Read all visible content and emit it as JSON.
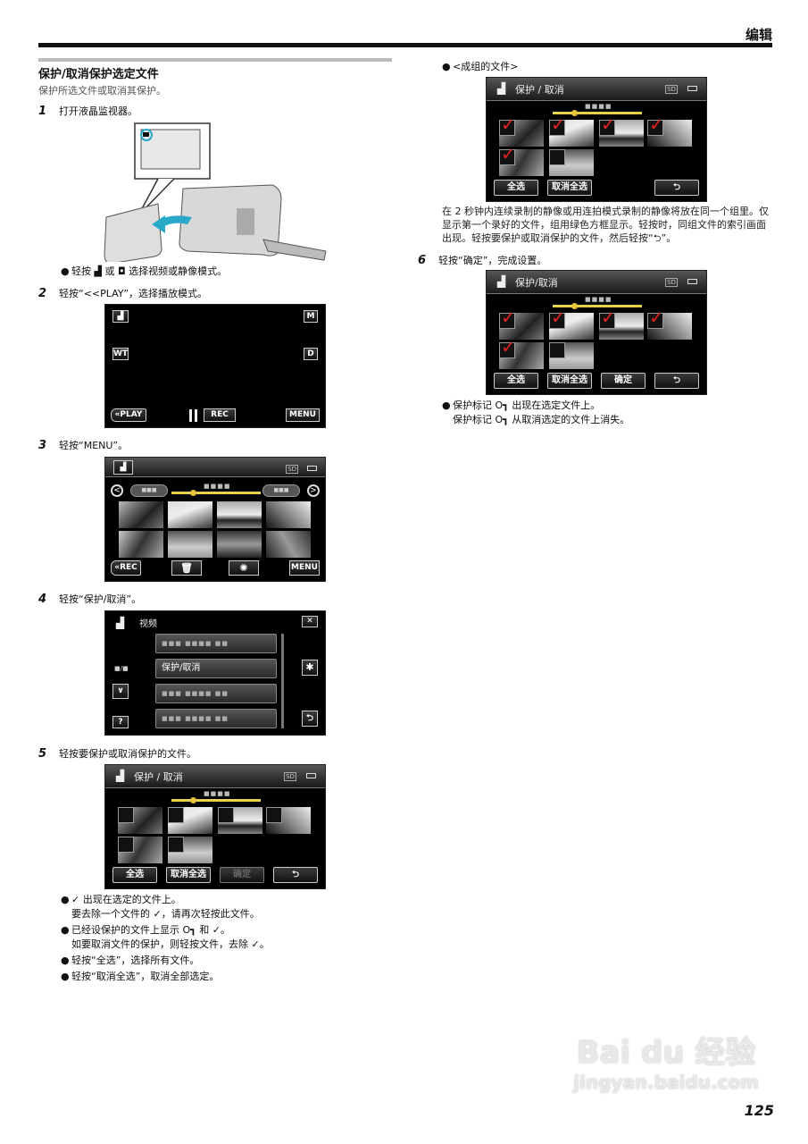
{
  "header": {
    "section": "编辑"
  },
  "title": "保护/取消保护选定文件",
  "subtitle": "保护所选文件或取消其保护。",
  "steps": [
    {
      "num": "1",
      "text": "打开液晶监视器。"
    },
    {
      "num": "2",
      "text": "轻按“<<PLAY”，选择播放模式。"
    },
    {
      "num": "3",
      "text": "轻按“MENU”。"
    },
    {
      "num": "4",
      "text": "轻按“保护/取消”。"
    },
    {
      "num": "5",
      "text": "轻按要保护或取消保护的文件。"
    },
    {
      "num": "6",
      "text": "轻按“确定”，完成设置。"
    }
  ],
  "step1_note": {
    "pre": "轻按",
    "video_icon": "▟",
    "mid": "或",
    "photo_icon": "◘",
    "post": "选择视频或静像模式。"
  },
  "screen2": {
    "m": "M",
    "wt": "WT",
    "d": "D",
    "play": "«PLAY",
    "rec": "REC",
    "menu": "MENU"
  },
  "screen3": {
    "sd": "SD",
    "dots": "■■■■",
    "pill": "■■■",
    "rec": "«REC",
    "menu": "MENU"
  },
  "screen4": {
    "title": "视频",
    "items": [
      "■■■ ■■■■ ■■",
      "保护/取消",
      "■■■ ■■■■ ■■",
      "■■■ ■■■■ ■■"
    ],
    "page": "■/■",
    "help": "?",
    "close": "✕"
  },
  "protect_screen": {
    "title_spaced": "保护 / 取消",
    "title": "保护/取消",
    "sd": "SD",
    "dots": "■■■■",
    "select_all": "全选",
    "deselect_all": "取消全选",
    "confirm": "确定",
    "back": "⮌"
  },
  "step5_notes": [
    [
      "✓ 出现在选定的文件上。",
      "要去除一个文件的 ✓，请再次轻按此文件。"
    ],
    [
      "已经设保护的文件上显示 O┓ 和 ✓。",
      "如要取消文件的保护，则轻按文件，去除 ✓。"
    ],
    [
      "轻按“全选”，选择所有文件。"
    ],
    [
      "轻按“取消全选”，取消全部选定。"
    ]
  ],
  "group_label": "<成组的文件>",
  "group_desc": "在 2 秒钟内连续录制的静像或用连拍模式录制的静像将放在同一个组里。仅显示第一个录好的文件，组用绿色方框显示。轻按时，同组文件的索引画面出现。轻按要保护或取消保护的文件，然后轻按“⮌”。",
  "step6_notes": [
    "保护标记 O┓ 出现在选定文件上。",
    "保护标记 O┓ 从取消选定的文件上消失。"
  ],
  "watermark": {
    "brand": "Bai du 经验",
    "url": "jingyan.baidu.com"
  },
  "page_number": "125",
  "colors": {
    "check": "#e02020",
    "slider": "#e8d24a",
    "screen_bg": "#000000"
  }
}
